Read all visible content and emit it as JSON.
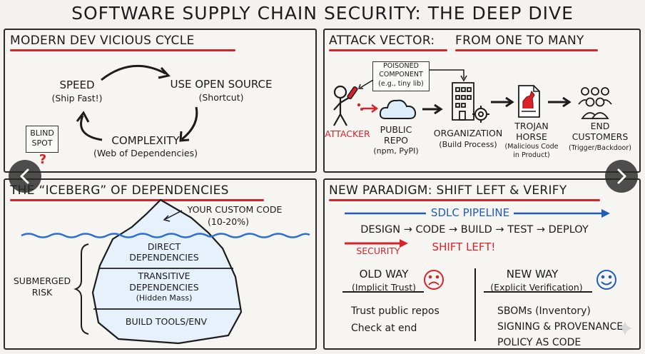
{
  "title": "SOFTWARE SUPPLY CHAIN SECURITY: THE DEEP DIVE",
  "panel1": {
    "heading": "MODERN DEV VICIOUS CYCLE",
    "speed": "SPEED",
    "speed_sub": "(Ship Fast!)",
    "open_source": "USE OPEN SOURCE",
    "open_source_sub": "(Shortcut)",
    "complexity": "COMPLEXITY",
    "complexity_sub": "(Web of Dependencies)",
    "blind_1": "BLIND",
    "blind_2": "SPOT",
    "question": "?"
  },
  "panel2": {
    "heading_1": "ATTACK VECTOR:",
    "heading_2": "FROM ONE TO MANY",
    "poison_1": "POISONED",
    "poison_2": "COMPONENT",
    "poison_3": "(e.g., tiny lib)",
    "attacker": "ATTACKER",
    "repo_1": "PUBLIC",
    "repo_2": "REPO",
    "repo_3": "(npm, PyPI)",
    "org_1": "ORGANIZATION",
    "org_2": "(Build Process)",
    "trojan_1": "TROJAN",
    "trojan_2": "HORSE",
    "trojan_3": "(Malicious Code",
    "trojan_4": "in Product)",
    "end_1": "END",
    "end_2": "CUSTOMERS",
    "end_3": "(Trigger/Backdoor)"
  },
  "panel3": {
    "heading": "THE “ICEBERG” OF DEPENDENCIES",
    "custom_1": "YOUR CUSTOM CODE",
    "custom_2": "(10-20%)",
    "direct_1": "DIRECT",
    "direct_2": "DEPENDENCIES",
    "trans_1": "TRANSITIVE",
    "trans_2": "DEPENDENCIES",
    "trans_3": "(Hidden Mass)",
    "build": "BUILD TOOLS/ENV",
    "sub_1": "SUBMERGED",
    "sub_2": "RISK"
  },
  "panel4": {
    "heading": "NEW PARADIGM: SHIFT LEFT & VERIFY",
    "sdlc": "SDLC PIPELINE",
    "pipeline": "DESIGN → CODE → BUILD → TEST → DEPLOY",
    "security": "SECURITY",
    "shift_left": "SHIFT LEFT!",
    "old_1": "OLD WAY",
    "old_2": "(Implicit Trust)",
    "new_1": "NEW WAY",
    "new_2": "(Explicit Verification)",
    "old_items": [
      "Trust public repos",
      "Check at end"
    ],
    "new_items": [
      "SBOMs (Inventory)",
      "SIGNING & PROVENANCE",
      "POLICY AS CODE"
    ]
  },
  "colors": {
    "accent_red": "#d8232a",
    "accent_blue": "#1f5db8",
    "water": "#2b6fd1"
  },
  "icons": [
    "previous-arrow-icon",
    "next-arrow-icon",
    "sparkle-icon"
  ]
}
